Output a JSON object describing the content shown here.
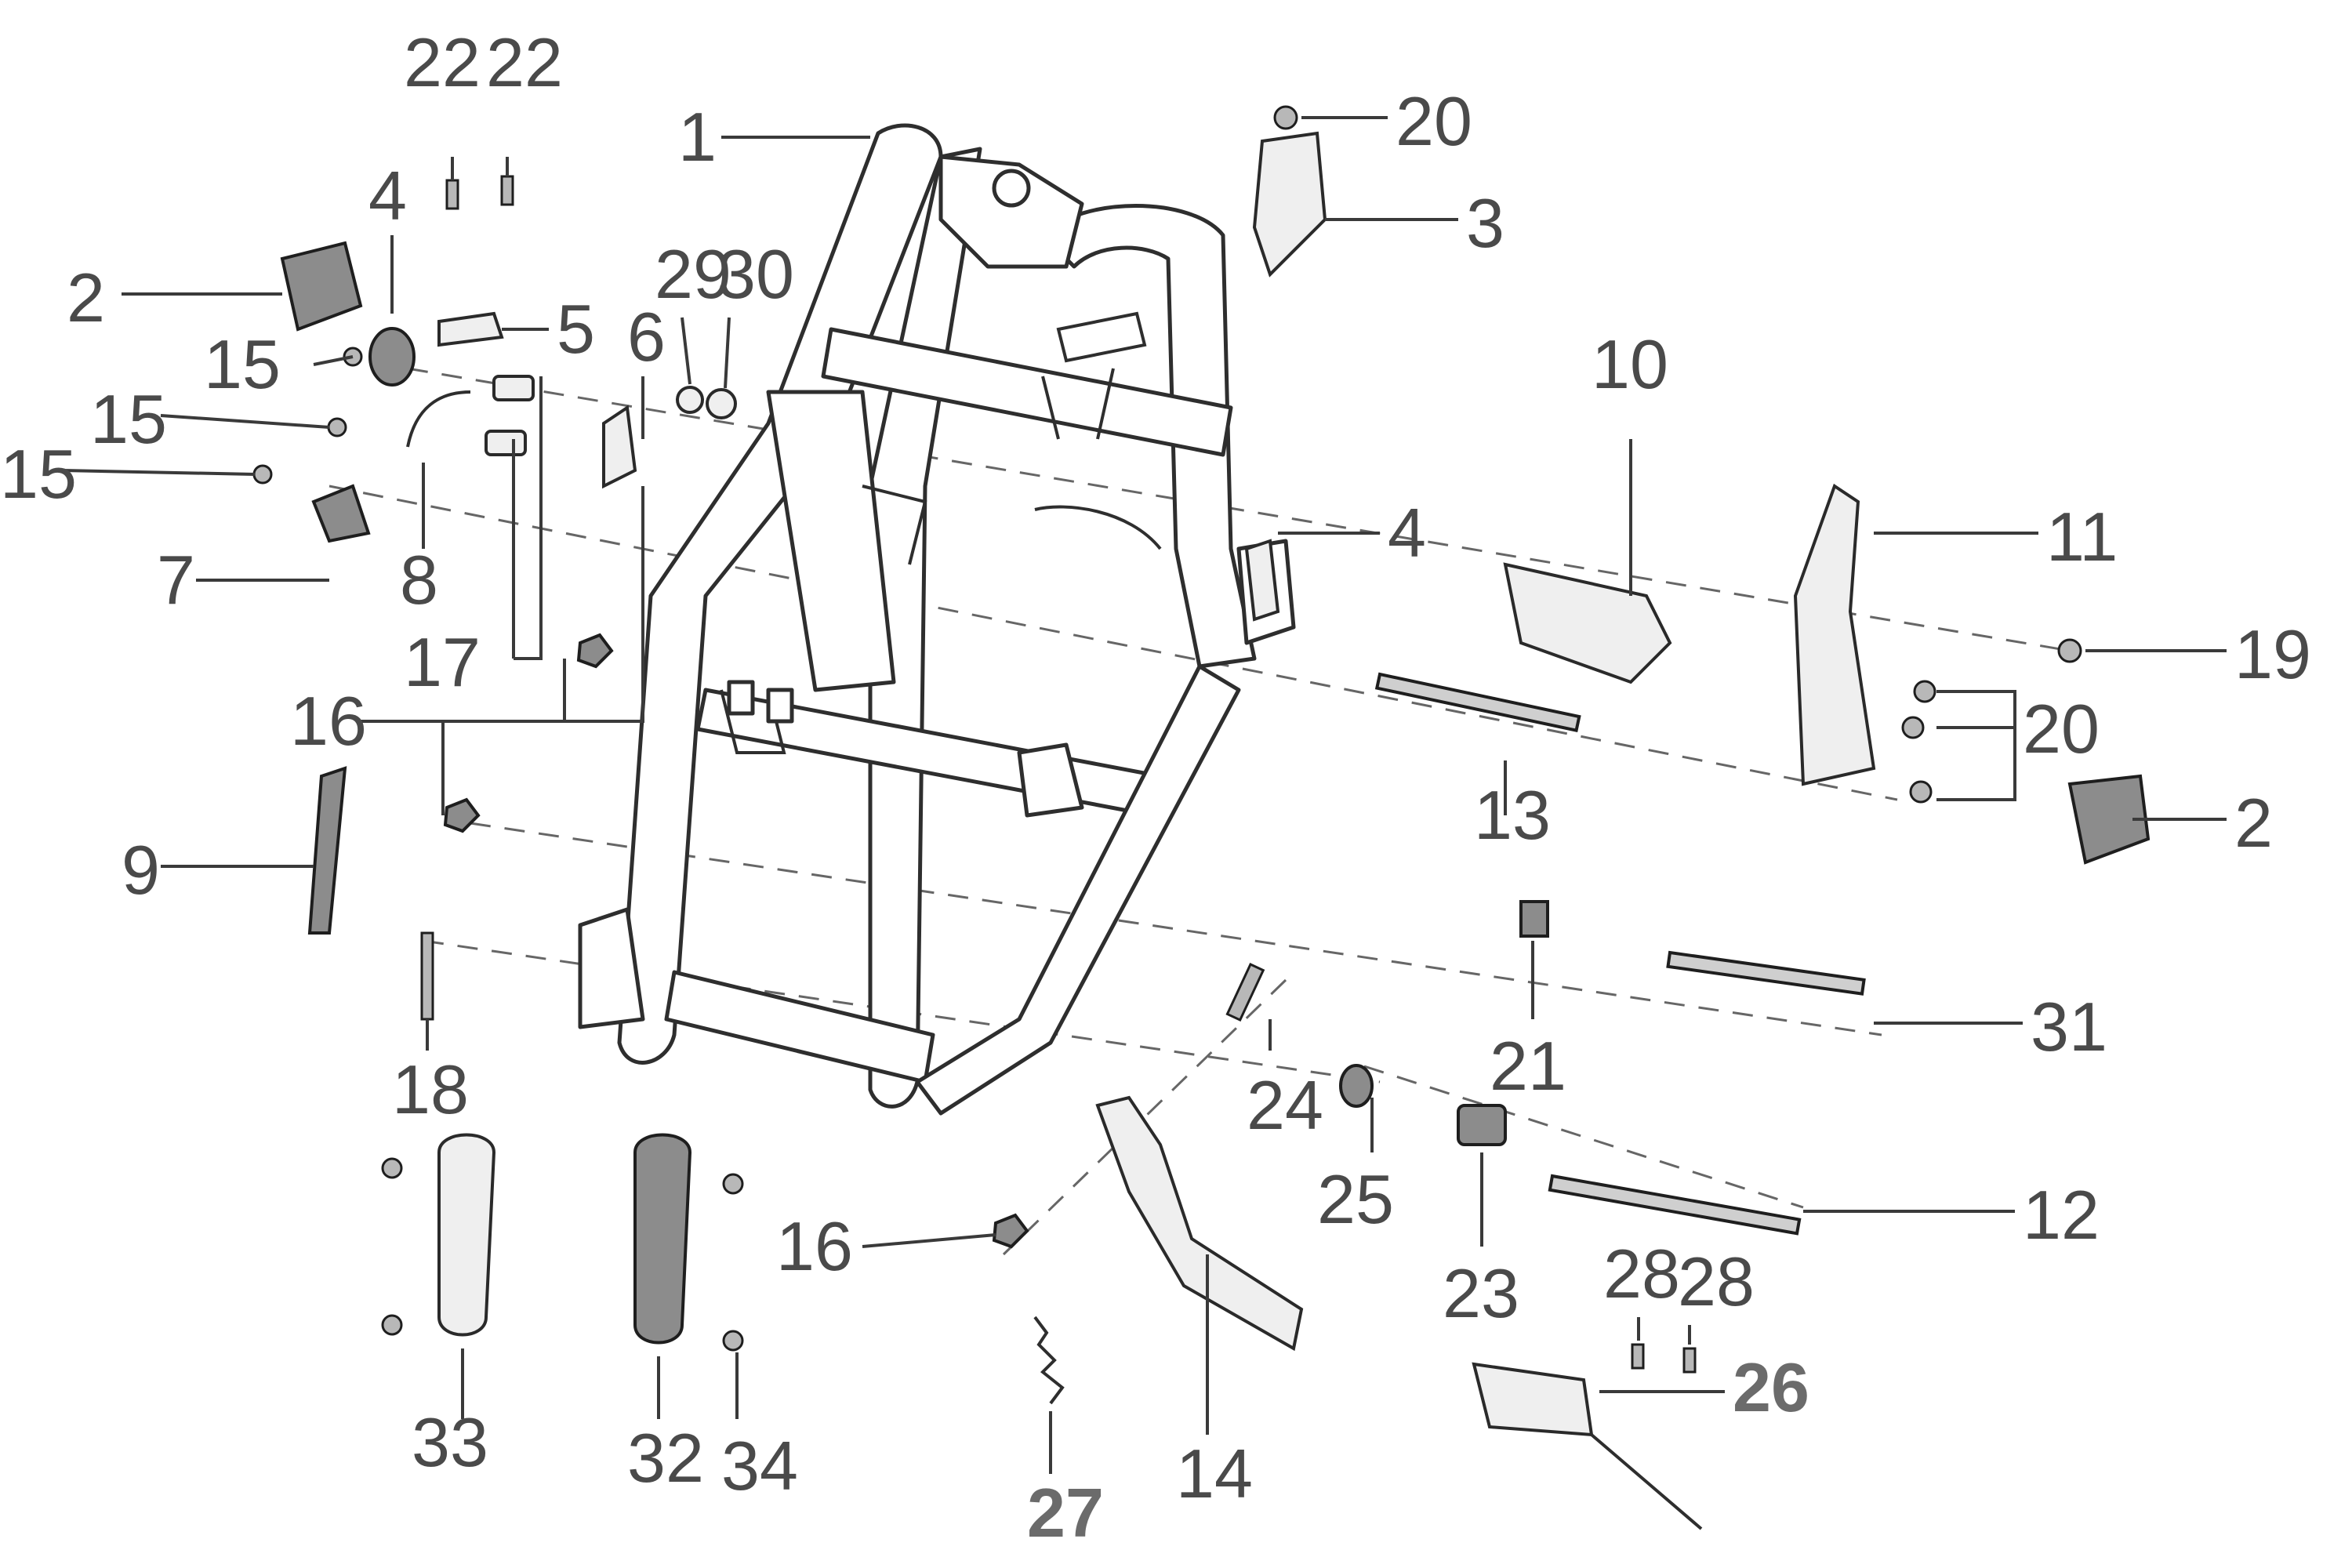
{
  "diagram": {
    "type": "exploded parts diagram",
    "subject": "motorcycle frame assembly",
    "callouts": {
      "c1": "1",
      "c2a": "2",
      "c2b": "2",
      "c3": "3",
      "c4a": "4",
      "c4b": "4",
      "c5": "5",
      "c6": "6",
      "c7": "7",
      "c8": "8",
      "c9": "9",
      "c10": "10",
      "c11": "11",
      "c12": "12",
      "c13": "13",
      "c14": "14",
      "c15a": "15",
      "c15b": "15",
      "c15c": "15",
      "c16a": "16",
      "c16b": "16",
      "c17": "17",
      "c18": "18",
      "c19": "19",
      "c20a": "20",
      "c20b": "20",
      "c21": "21",
      "c22a": "22",
      "c22b": "22",
      "c23": "23",
      "c24": "24",
      "c25": "25",
      "c26": "26",
      "c27": "27",
      "c28a": "28",
      "c28b": "28",
      "c29": "29",
      "c30": "30",
      "c31": "31",
      "c32": "32",
      "c33": "33",
      "c34": "34"
    },
    "colors": {
      "line": "#2e2e2e",
      "label": "#4a4a4a",
      "background": "#ffffff"
    }
  }
}
